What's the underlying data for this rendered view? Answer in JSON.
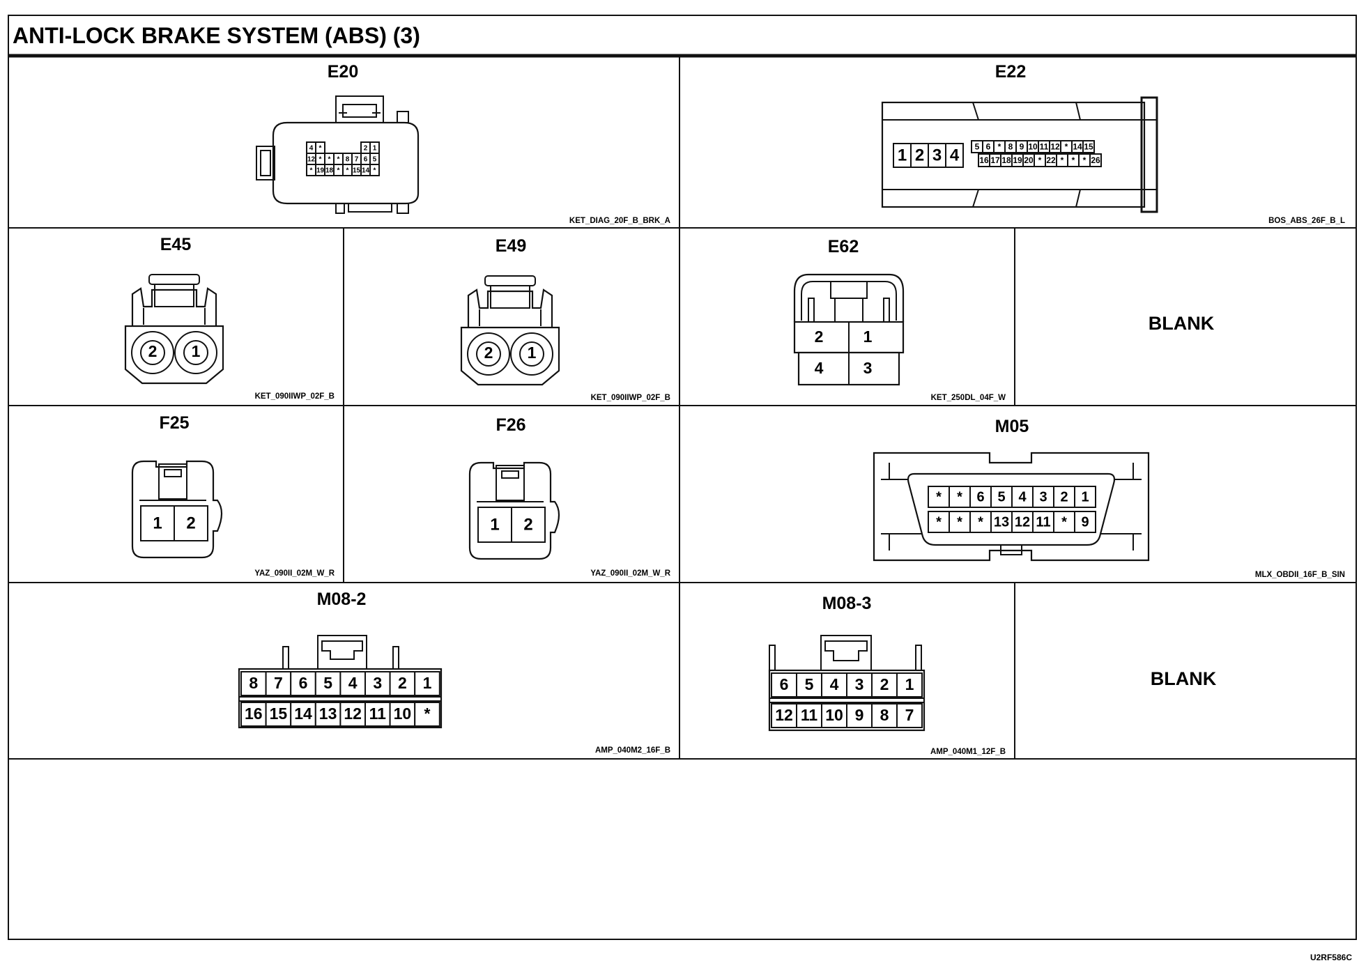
{
  "title": "ANTI-LOCK BRAKE SYSTEM (ABS) (3)",
  "figure_id": "U2RF586C",
  "blank_label": "BLANK",
  "connectors": {
    "e20": {
      "name": "E20",
      "code": "KET_DIAG_20F_B_BRK_A",
      "rows": [
        [
          "4",
          "*",
          "",
          "",
          "",
          "",
          "2",
          "1"
        ],
        [
          "12",
          "*",
          "*",
          "*",
          "8",
          "7",
          "6",
          "5"
        ],
        [
          "*",
          "19",
          "18",
          "*",
          "*",
          "15",
          "14",
          "*"
        ]
      ]
    },
    "e22": {
      "name": "E22",
      "code": "BOS_ABS_26F_B_L",
      "big_pins": [
        "1",
        "2",
        "3",
        "4"
      ],
      "top_row": [
        "5",
        "6",
        "*",
        "8",
        "9",
        "10",
        "11",
        "12",
        "*",
        "14",
        "15"
      ],
      "bottom_row": [
        "16",
        "17",
        "18",
        "19",
        "20",
        "*",
        "22",
        "*",
        "*",
        "*",
        "26"
      ]
    },
    "e45": {
      "name": "E45",
      "code": "KET_090IIWP_02F_B",
      "pins": [
        "2",
        "1"
      ]
    },
    "e49": {
      "name": "E49",
      "code": "KET_090IIWP_02F_B",
      "pins": [
        "2",
        "1"
      ]
    },
    "e62": {
      "name": "E62",
      "code": "KET_250DL_04F_W",
      "rows": [
        [
          "2",
          "1"
        ],
        [
          "4",
          "3"
        ]
      ]
    },
    "f25": {
      "name": "F25",
      "code": "YAZ_090II_02M_W_R",
      "pins": [
        "1",
        "2"
      ]
    },
    "f26": {
      "name": "F26",
      "code": "YAZ_090II_02M_W_R",
      "pins": [
        "1",
        "2"
      ]
    },
    "m05": {
      "name": "M05",
      "code": "MLX_OBDII_16F_B_SIN",
      "top_row": [
        "*",
        "*",
        "6",
        "5",
        "4",
        "3",
        "2",
        "1"
      ],
      "bottom_row": [
        "*",
        "*",
        "*",
        "13",
        "12",
        "11",
        "*",
        "9"
      ]
    },
    "m08_2": {
      "name": "M08-2",
      "code": "AMP_040M2_16F_B",
      "top_row": [
        "8",
        "7",
        "6",
        "5",
        "4",
        "3",
        "2",
        "1"
      ],
      "bottom_row": [
        "16",
        "15",
        "14",
        "13",
        "12",
        "11",
        "10",
        "*"
      ]
    },
    "m08_3": {
      "name": "M08-3",
      "code": "AMP_040M1_12F_B",
      "top_row": [
        "6",
        "5",
        "4",
        "3",
        "2",
        "1"
      ],
      "bottom_row": [
        "12",
        "11",
        "10",
        "9",
        "8",
        "7"
      ]
    }
  }
}
